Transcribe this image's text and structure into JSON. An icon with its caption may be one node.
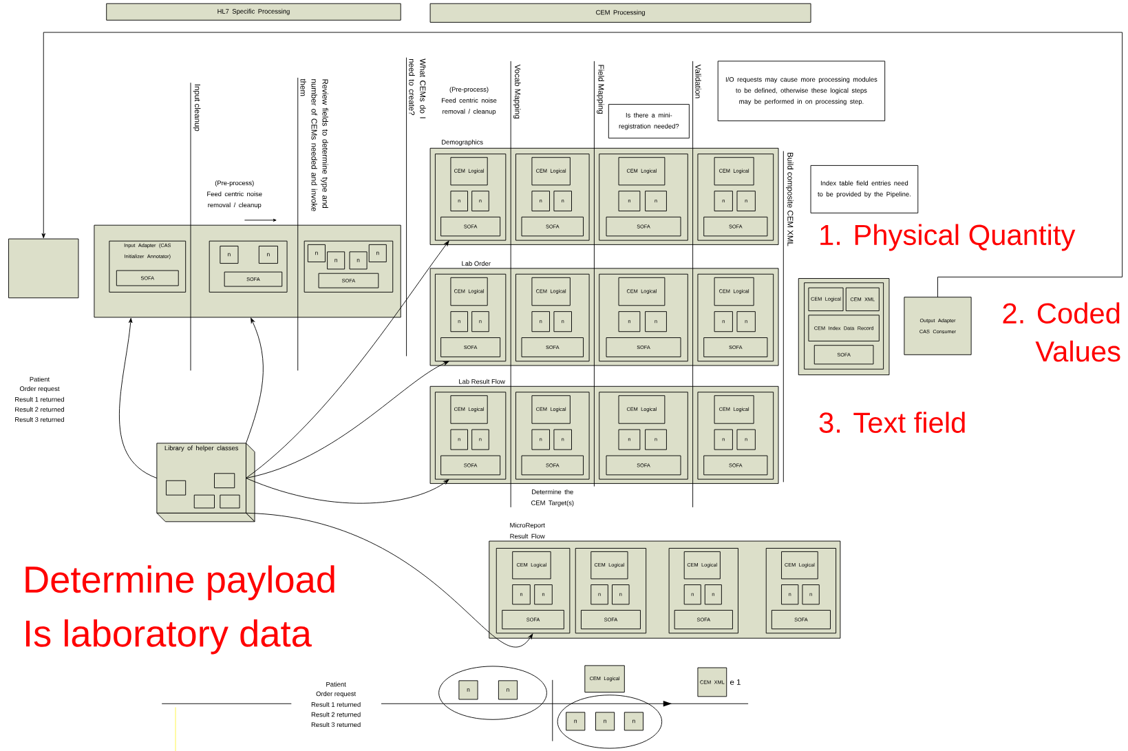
{
  "diagram": {
    "nodes": [
      {
        "text": [
          "HL7 Specific Processing"
        ]
      },
      {
        "text": [
          "CEM Processing"
        ]
      },
      {
        "text": [],
        "shape": "box"
      },
      {
        "text": [],
        "shape": "box"
      },
      {
        "text": [
          "Input Adapter (CAS Initializer Annotator)"
        ],
        "in": 3
      },
      {
        "text": [
          "SOFA"
        ],
        "in": 4
      },
      {
        "text": [],
        "shape": "box",
        "in": 3
      },
      {
        "text": [
          "n"
        ],
        "in": 6
      },
      {
        "text": [
          "n"
        ],
        "in": 6
      },
      {
        "text": [
          "SOFA"
        ],
        "in": 6
      },
      {
        "text": [],
        "shape": "box",
        "in": 3
      },
      {
        "text": [
          "n"
        ],
        "in": 10
      },
      {
        "text": [
          "n"
        ],
        "in": 10
      },
      {
        "text": [
          "n"
        ],
        "in": 10
      },
      {
        "text": [
          "n"
        ],
        "in": 10
      },
      {
        "text": [
          "SOFA"
        ],
        "in": 10
      },
      {
        "text": [
          "Is there a mini-registration needed?"
        ]
      },
      {
        "text": [
          "I/O requests may cause more processing modules to be defined, otherwise these logical steps may be performed in on processing step."
        ]
      },
      {
        "text": [
          "Demographics"
        ]
      },
      {
        "text": [],
        "shape": "box",
        "in": 18
      },
      {
        "text": [
          "CEM Logical"
        ],
        "in": 19
      },
      {
        "text": [
          "n"
        ],
        "in": 19
      },
      {
        "text": [
          "n"
        ],
        "in": 19
      },
      {
        "text": [
          "SOFA"
        ],
        "in": 19
      },
      {
        "text": [],
        "shape": "box",
        "in": 18
      },
      {
        "text": [
          "CEM Logical"
        ],
        "in": 24
      },
      {
        "text": [
          "n"
        ],
        "in": 24
      },
      {
        "text": [
          "n"
        ],
        "in": 24
      },
      {
        "text": [
          "SOFA"
        ],
        "in": 24
      },
      {
        "text": [],
        "shape": "box",
        "in": 18
      },
      {
        "text": [
          "CEM Logical"
        ],
        "in": 29
      },
      {
        "text": [
          "n"
        ],
        "in": 29
      },
      {
        "text": [
          "n"
        ],
        "in": 29
      },
      {
        "text": [
          "SOFA"
        ],
        "in": 29
      },
      {
        "text": [],
        "shape": "box",
        "in": 18
      },
      {
        "text": [
          "CEM Logical"
        ],
        "in": 34
      },
      {
        "text": [
          "n"
        ],
        "in": 34
      },
      {
        "text": [
          "n"
        ],
        "in": 34
      },
      {
        "text": [
          "SOFA"
        ],
        "in": 34
      },
      {
        "text": [
          "Index table field entries need to be provided by the Pipeline."
        ]
      },
      {
        "text": [
          "Lab Order"
        ]
      },
      {
        "text": [],
        "shape": "box",
        "in": 40
      },
      {
        "text": [
          "CEM Logical"
        ],
        "in": 41
      },
      {
        "text": [
          "n"
        ],
        "in": 41
      },
      {
        "text": [
          "n"
        ],
        "in": 41
      },
      {
        "text": [
          "SOFA"
        ],
        "in": 41
      },
      {
        "text": [],
        "shape": "box",
        "in": 40
      },
      {
        "text": [
          "CEM Logical"
        ],
        "in": 46
      },
      {
        "text": [
          "n"
        ],
        "in": 46
      },
      {
        "text": [
          "n"
        ],
        "in": 46
      },
      {
        "text": [
          "SOFA"
        ],
        "in": 46
      },
      {
        "text": [],
        "shape": "box",
        "in": 40
      },
      {
        "text": [
          "CEM Logical"
        ],
        "in": 51
      },
      {
        "text": [
          "n"
        ],
        "in": 51
      },
      {
        "text": [
          "n"
        ],
        "in": 51
      },
      {
        "text": [
          "SOFA"
        ],
        "in": 51
      },
      {
        "text": [],
        "shape": "box",
        "in": 40
      },
      {
        "text": [
          "CEM Logical"
        ],
        "in": 56
      },
      {
        "text": [
          "n"
        ],
        "in": 56
      },
      {
        "text": [
          "n"
        ],
        "in": 56
      },
      {
        "text": [
          "SOFA"
        ],
        "in": 56
      },
      {
        "text": [],
        "shape": "box"
      },
      {
        "text": [],
        "shape": "box",
        "in": 61
      },
      {
        "text": [
          "CEM Logical"
        ],
        "in": 62
      },
      {
        "text": [
          "CEM XML"
        ],
        "in": 62
      },
      {
        "text": [
          "CEM Index Data Record"
        ],
        "in": 62
      },
      {
        "text": [
          "SOFA"
        ],
        "in": 62
      },
      {
        "text": [
          "Output Adapter CAS Consumer"
        ]
      },
      {
        "text": [
          "Lab Result Flow"
        ]
      },
      {
        "text": [],
        "shape": "box",
        "in": 68
      },
      {
        "text": [
          "CEM Logical"
        ],
        "in": 69
      },
      {
        "text": [
          "n"
        ],
        "in": 69
      },
      {
        "text": [
          "n"
        ],
        "in": 69
      },
      {
        "text": [
          "SOFA"
        ],
        "in": 69
      },
      {
        "text": [],
        "shape": "box",
        "in": 68
      },
      {
        "text": [
          "CEM Logical"
        ],
        "in": 74
      },
      {
        "text": [
          "n"
        ],
        "in": 74
      },
      {
        "text": [
          "n"
        ],
        "in": 74
      },
      {
        "text": [
          "SOFA"
        ],
        "in": 74
      },
      {
        "text": [],
        "shape": "box",
        "in": 68
      },
      {
        "text": [
          "CEM Logical"
        ],
        "in": 79
      },
      {
        "text": [
          "n"
        ],
        "in": 79
      },
      {
        "text": [
          "n"
        ],
        "in": 79
      },
      {
        "text": [
          "SOFA"
        ],
        "in": 79
      },
      {
        "text": [],
        "shape": "box",
        "in": 68
      },
      {
        "text": [
          "CEM Logical"
        ],
        "in": 84
      },
      {
        "text": [
          "n"
        ],
        "in": 84
      },
      {
        "text": [
          "n"
        ],
        "in": 84
      },
      {
        "text": [
          "SOFA"
        ],
        "in": 84
      },
      {
        "text": [
          "Library of helper classes"
        ]
      },
      {
        "text": [
          "MicroReport Result Flow"
        ]
      },
      {
        "text": [],
        "shape": "box",
        "in": 90
      },
      {
        "text": [
          "CEM Logical"
        ],
        "in": 91
      },
      {
        "text": [
          "n"
        ],
        "in": 91
      },
      {
        "text": [
          "n"
        ],
        "in": 91
      },
      {
        "text": [
          "SOFA"
        ],
        "in": 91
      },
      {
        "text": [],
        "shape": "box",
        "in": 90
      },
      {
        "text": [
          "CEM Logical"
        ],
        "in": 96
      },
      {
        "text": [
          "n"
        ],
        "in": 96
      },
      {
        "text": [
          "n"
        ],
        "in": 96
      },
      {
        "text": [
          "SOFA"
        ],
        "in": 96
      },
      {
        "text": [],
        "shape": "box",
        "in": 90
      },
      {
        "text": [
          "CEM Logical"
        ],
        "in": 101
      },
      {
        "text": [
          "n"
        ],
        "in": 101
      },
      {
        "text": [
          "n"
        ],
        "in": 101
      },
      {
        "text": [
          "SOFA"
        ],
        "in": 101
      },
      {
        "text": [],
        "shape": "box",
        "in": 90
      },
      {
        "text": [
          "CEM Logical"
        ],
        "in": 106
      },
      {
        "text": [
          "n"
        ],
        "in": 106
      },
      {
        "text": [
          "n"
        ],
        "in": 106
      },
      {
        "text": [
          "SOFA"
        ],
        "in": 106
      },
      {
        "text": [],
        "shape": "ellipse"
      },
      {
        "text": [
          "n"
        ],
        "in": 111
      },
      {
        "text": [
          "n"
        ],
        "in": 111
      },
      {
        "text": [
          "CEM Logical"
        ]
      },
      {
        "text": [],
        "shape": "ellipse"
      },
      {
        "text": [
          "n"
        ],
        "in": 115
      },
      {
        "text": [
          "n"
        ],
        "in": 115
      },
      {
        "text": [
          "n"
        ],
        "in": 115
      },
      {
        "text": [
          "CEM XML"
        ],
        "beside": [
          "e 1"
        ]
      }
    ],
    "edges": [
      {
        "from": 67,
        "to": 2,
        "arrow": "to"
      },
      {
        "from": 89,
        "to": 3,
        "arrow": "to"
      },
      {
        "from": 89,
        "to": 3,
        "arrow": "to"
      },
      {
        "from": 89,
        "to": 19,
        "arrow": "to"
      },
      {
        "from": 89,
        "to": 41,
        "arrow": "to"
      },
      {
        "from": 89,
        "to": 69,
        "arrow": "to"
      },
      {
        "from": 89,
        "to": 91,
        "arrow": "to"
      }
    ],
    "labels": [
      "Input cleanup",
      "(Pre-process)",
      "Feed centric noise removal / cleanup",
      "Review fields to determine type and number of CEMs needed and invoke them",
      "What CEMs do I need to create?",
      "(Pre-process)",
      "Feed centric noise removal / cleanup",
      "Vocab Mapping",
      "Field Mapping",
      "Validation",
      "Build composite CEM XML",
      "1. Physical Quantity",
      "2. Coded",
      "Values",
      "Patient",
      "Order request",
      "Result 1 returned",
      "Result 2 returned",
      "Result 3 returned",
      "3. Text field",
      "Determine the CEM Target(s)",
      "Determine payload",
      "Is laboratory data",
      "Patient",
      "Order request",
      "Result 1 returned",
      "Result 2 returned",
      "Result 3 returned"
    ]
  }
}
